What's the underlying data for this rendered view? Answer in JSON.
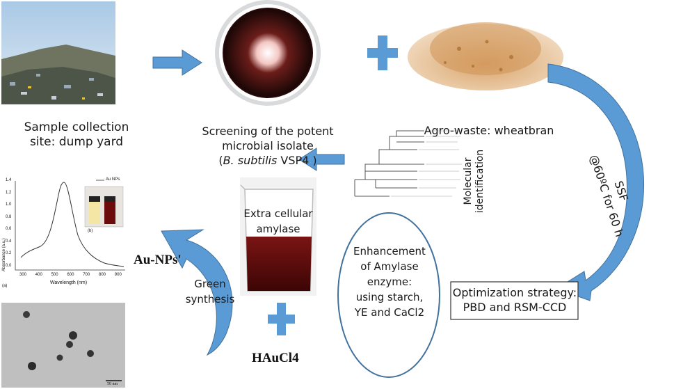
{
  "steps": {
    "sample": {
      "line1": "Sample collection",
      "line2": "site: dump yard"
    },
    "screening": {
      "line1": "Screening of the potent",
      "line2": "microbial isolate",
      "open": "(",
      "species": "B. subtilis",
      "strain": " VSP4 )"
    },
    "agro": {
      "label": "Agro-waste: wheatbran"
    },
    "molecular": {
      "line1": "Molecular",
      "line2": "identification"
    },
    "ssf": {
      "line1": "SSF",
      "line2": "@60ºC for 60 h"
    },
    "optimization": {
      "line1": "Optimization strategy:",
      "line2": "PBD and RSM-CCD"
    },
    "enhancement": {
      "line1": "Enhancement",
      "line2": "of  Amylase",
      "line3": "enzyme:",
      "line4": "using starch,",
      "line5": "YE and CaCl2"
    },
    "amylase": {
      "line1": "Extra cellular",
      "line2": "amylase"
    },
    "green": {
      "line1": "Green",
      "line2": "synthesis"
    },
    "reagent": {
      "label": "HAuCl4"
    },
    "product": {
      "label": "Au-NPs'"
    }
  },
  "uvvis_inset": {
    "ylabel": "Absorbance (a.u.)",
    "xlabel": "Wavelength (nm)",
    "legend": "Au NPs",
    "panel_a": "(a)",
    "panel_b": "(b)",
    "yticks": [
      "0.0",
      "0.2",
      "0.4",
      "0.6",
      "0.8",
      "1.0",
      "1.2",
      "1.4"
    ],
    "xticks": [
      "300",
      "400",
      "500",
      "600",
      "700",
      "800",
      "900"
    ]
  },
  "tem": {
    "scalebar": "50 nm"
  },
  "colors": {
    "arrow": "#5b9bd5",
    "arrow_dark": "#41719c",
    "plus": "#5b9bd5",
    "box_border": "#41719c"
  }
}
